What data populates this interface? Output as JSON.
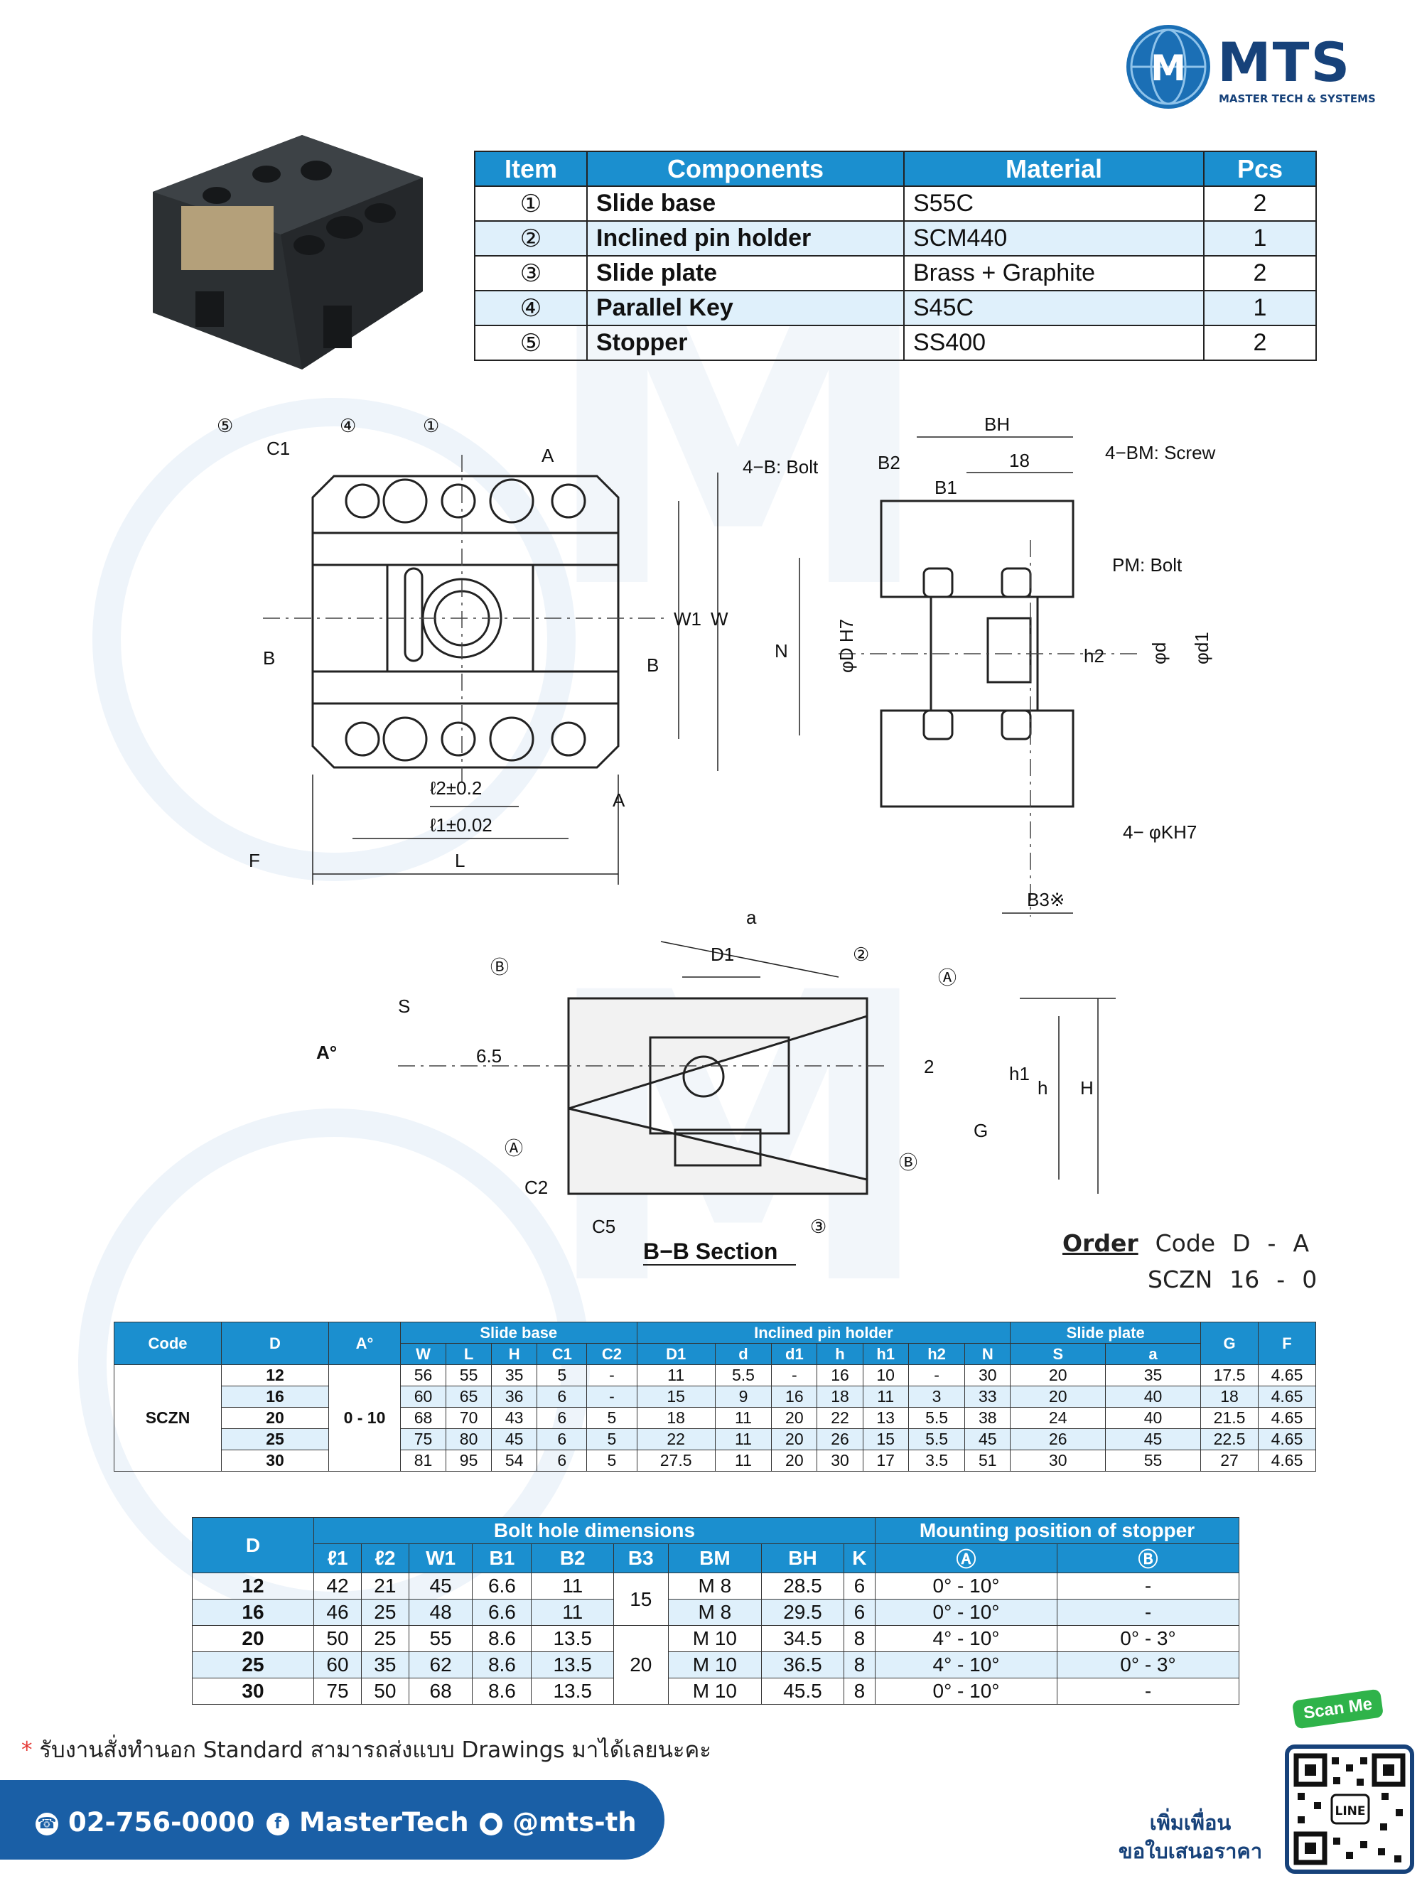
{
  "brand": {
    "name": "MTS",
    "tagline": "MASTER TECH & SYSTEMS",
    "color": "#17427a",
    "accent": "#1b8fcf"
  },
  "components_table": {
    "headers": [
      "Item",
      "Components",
      "Material",
      "Pcs"
    ],
    "rows": [
      {
        "item": "①",
        "component": "Slide base",
        "material": "S55C",
        "pcs": "2"
      },
      {
        "item": "②",
        "component": "Inclined pin holder",
        "material": "SCM440",
        "pcs": "1"
      },
      {
        "item": "③",
        "component": "Slide plate",
        "material": "Brass + Graphite",
        "pcs": "2"
      },
      {
        "item": "④",
        "component": "Parallel Key",
        "material": "S45C",
        "pcs": "1"
      },
      {
        "item": "⑤",
        "component": "Stopper",
        "material": "SS400",
        "pcs": "2"
      }
    ]
  },
  "drawing": {
    "top_view": {
      "callouts": [
        "⑤",
        "④",
        "①"
      ],
      "labels": [
        "C1",
        "A",
        "A",
        "B",
        "B",
        "W1",
        "W",
        "ℓ2±0.2",
        "ℓ1±0.02",
        "F",
        "L"
      ]
    },
    "side_view": {
      "labels": [
        "BH",
        "18",
        "4−B: Bolt",
        "B2",
        "B1",
        "4−BM: Screw",
        "PM: Bolt",
        "N",
        "φD H7",
        "h2",
        "φd",
        "φd1",
        "4− φKH7",
        "B3※"
      ]
    },
    "section": {
      "labels": [
        "a",
        "D1",
        "②",
        "Ⓑ",
        "Ⓐ",
        "S",
        "A°",
        "6.5",
        "2",
        "h1",
        "h",
        "H",
        "G",
        "Ⓐ",
        "Ⓑ",
        "C2",
        "C5",
        "③"
      ],
      "title": "B−B Section"
    }
  },
  "order": {
    "label": "Order",
    "code_label": "Code",
    "d_label": "D",
    "dash": "-",
    "a_label": "A",
    "example_code": "SCZN",
    "example_d": "16",
    "example_a": "0"
  },
  "spec_table_1": {
    "headers": {
      "code": "Code",
      "d": "D",
      "a": "A°",
      "slide_base": "Slide base",
      "pin_holder": "Inclined pin holder",
      "slide_plate": "Slide plate",
      "g": "G",
      "f": "F"
    },
    "subheaders": [
      "W",
      "L",
      "H",
      "C1",
      "C2",
      "D1",
      "d",
      "d1",
      "h",
      "h1",
      "h2",
      "N",
      "S",
      "a"
    ],
    "code_value": "SCZN",
    "a_value": "0 - 10",
    "rows": [
      {
        "d": "12",
        "vals": [
          "56",
          "55",
          "35",
          "5",
          "-",
          "11",
          "5.5",
          "-",
          "16",
          "10",
          "-",
          "30",
          "20",
          "35",
          "17.5",
          "4.65"
        ]
      },
      {
        "d": "16",
        "vals": [
          "60",
          "65",
          "36",
          "6",
          "-",
          "15",
          "9",
          "16",
          "18",
          "11",
          "3",
          "33",
          "20",
          "40",
          "18",
          "4.65"
        ]
      },
      {
        "d": "20",
        "vals": [
          "68",
          "70",
          "43",
          "6",
          "5",
          "18",
          "11",
          "20",
          "22",
          "13",
          "5.5",
          "38",
          "24",
          "40",
          "21.5",
          "4.65"
        ]
      },
      {
        "d": "25",
        "vals": [
          "75",
          "80",
          "45",
          "6",
          "5",
          "22",
          "11",
          "20",
          "26",
          "15",
          "5.5",
          "45",
          "26",
          "45",
          "22.5",
          "4.65"
        ]
      },
      {
        "d": "30",
        "vals": [
          "81",
          "95",
          "54",
          "6",
          "5",
          "27.5",
          "11",
          "20",
          "30",
          "17",
          "3.5",
          "51",
          "30",
          "55",
          "27",
          "4.65"
        ]
      }
    ]
  },
  "spec_table_2": {
    "headers": {
      "d": "D",
      "bolt": "Bolt hole dimensions",
      "mount": "Mounting position of stopper"
    },
    "subheaders": [
      "ℓ1",
      "ℓ2",
      "W1",
      "B1",
      "B2",
      "B3",
      "BM",
      "BH",
      "K",
      "Ⓐ",
      "Ⓑ"
    ],
    "b3_groups": [
      "15",
      "20"
    ],
    "rows": [
      {
        "d": "12",
        "l1": "42",
        "l2": "21",
        "w1": "45",
        "b1": "6.6",
        "b2": "11",
        "bm": "M 8",
        "bh": "28.5",
        "k": "6",
        "ma": "0° - 10°",
        "mb": "-"
      },
      {
        "d": "16",
        "l1": "46",
        "l2": "25",
        "w1": "48",
        "b1": "6.6",
        "b2": "11",
        "bm": "M 8",
        "bh": "29.5",
        "k": "6",
        "ma": "0° - 10°",
        "mb": "-"
      },
      {
        "d": "20",
        "l1": "50",
        "l2": "25",
        "w1": "55",
        "b1": "8.6",
        "b2": "13.5",
        "bm": "M 10",
        "bh": "34.5",
        "k": "8",
        "ma": "4° - 10°",
        "mb": "0° - 3°"
      },
      {
        "d": "25",
        "l1": "60",
        "l2": "35",
        "w1": "62",
        "b1": "8.6",
        "b2": "13.5",
        "bm": "M 10",
        "bh": "36.5",
        "k": "8",
        "ma": "4° - 10°",
        "mb": "0° - 3°"
      },
      {
        "d": "30",
        "l1": "75",
        "l2": "50",
        "w1": "68",
        "b1": "8.6",
        "b2": "13.5",
        "bm": "M 10",
        "bh": "45.5",
        "k": "8",
        "ma": "0° - 10°",
        "mb": "-"
      }
    ]
  },
  "note": {
    "star": "*",
    "text": "รับงานสั่งทำนอก Standard สามารถส่งแบบ Drawings มาได้เลยนะคะ"
  },
  "footer": {
    "phone": "02-756-0000",
    "facebook": "MasterTech",
    "line": "@mts-th",
    "scan_me": "Scan Me",
    "add_friend_1": "เพิ่มเพื่อน",
    "add_friend_2": "ขอใบเสนอราคา",
    "qr_line": "LINE"
  }
}
